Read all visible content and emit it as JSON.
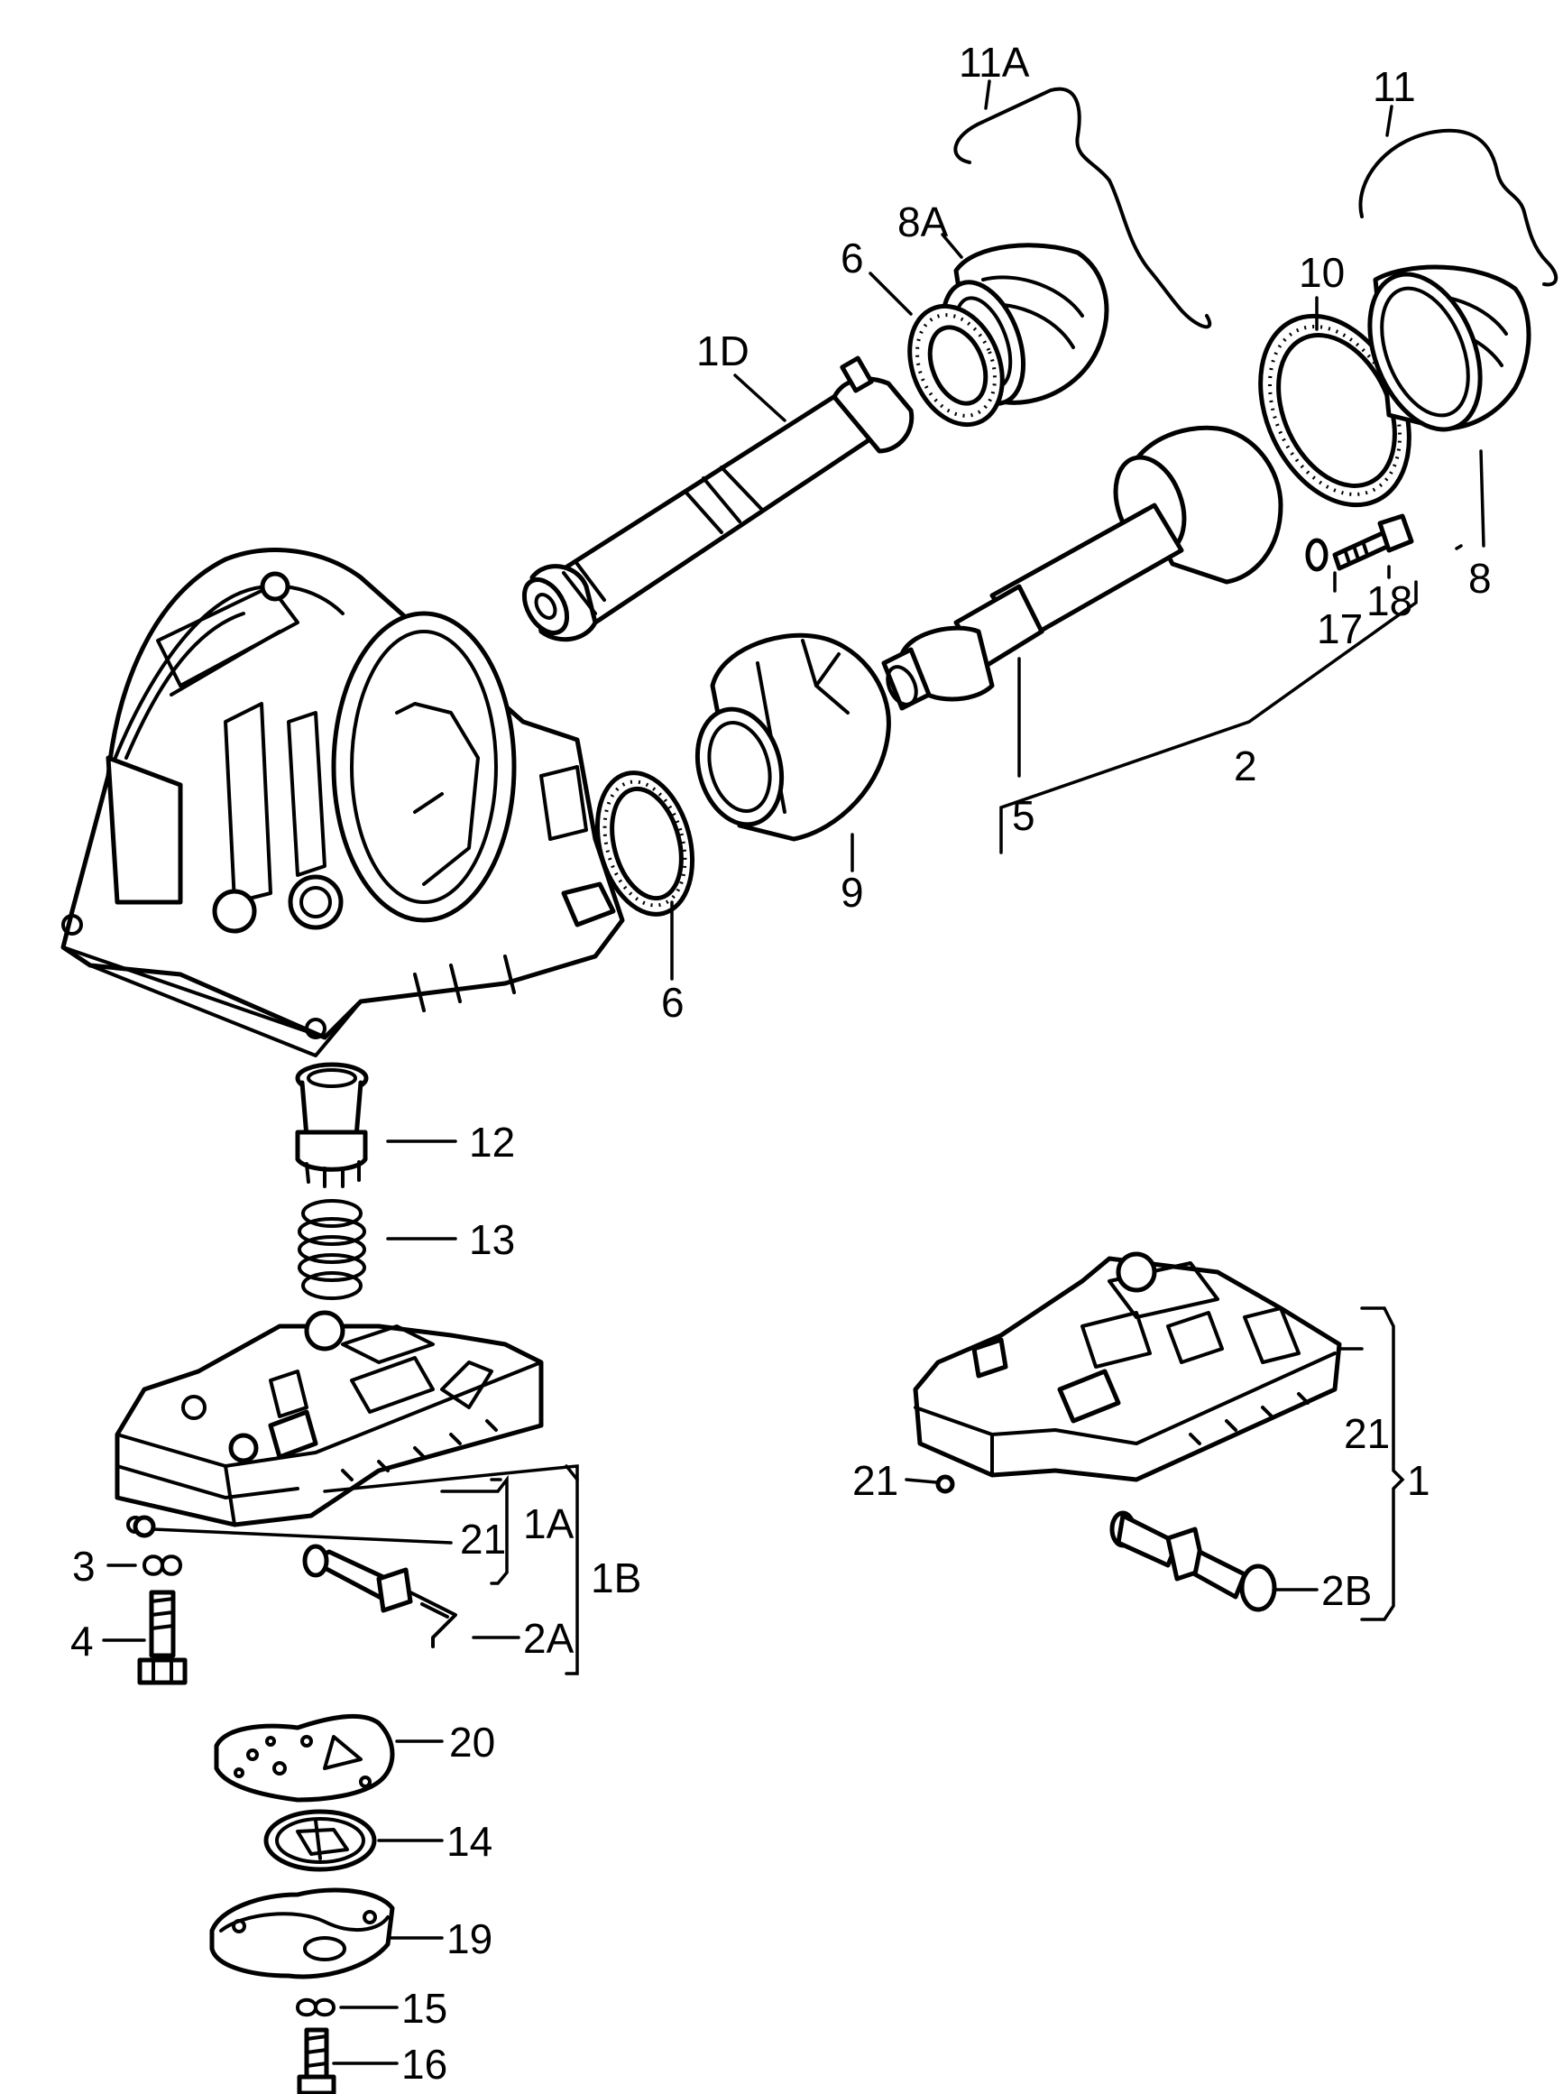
{
  "labels": {
    "p11A": "11A",
    "p11": "11",
    "p8A": "8A",
    "p6_top": "6",
    "p1D": "1D",
    "p10": "10",
    "p8": "8",
    "p17": "17",
    "p18": "18",
    "p2": "2",
    "p5": "5",
    "p9": "9",
    "p6_bottom": "6",
    "p12": "12",
    "p13": "13",
    "p1A": "1A",
    "p21_left": "21",
    "p1B": "1B",
    "p3": "3",
    "p4": "4",
    "p2A": "2A",
    "p20": "20",
    "p14": "14",
    "p19": "19",
    "p15": "15",
    "p16": "16",
    "p21_right_top": "21",
    "p21_right_side": "21",
    "p1": "1",
    "p2B": "2B"
  }
}
